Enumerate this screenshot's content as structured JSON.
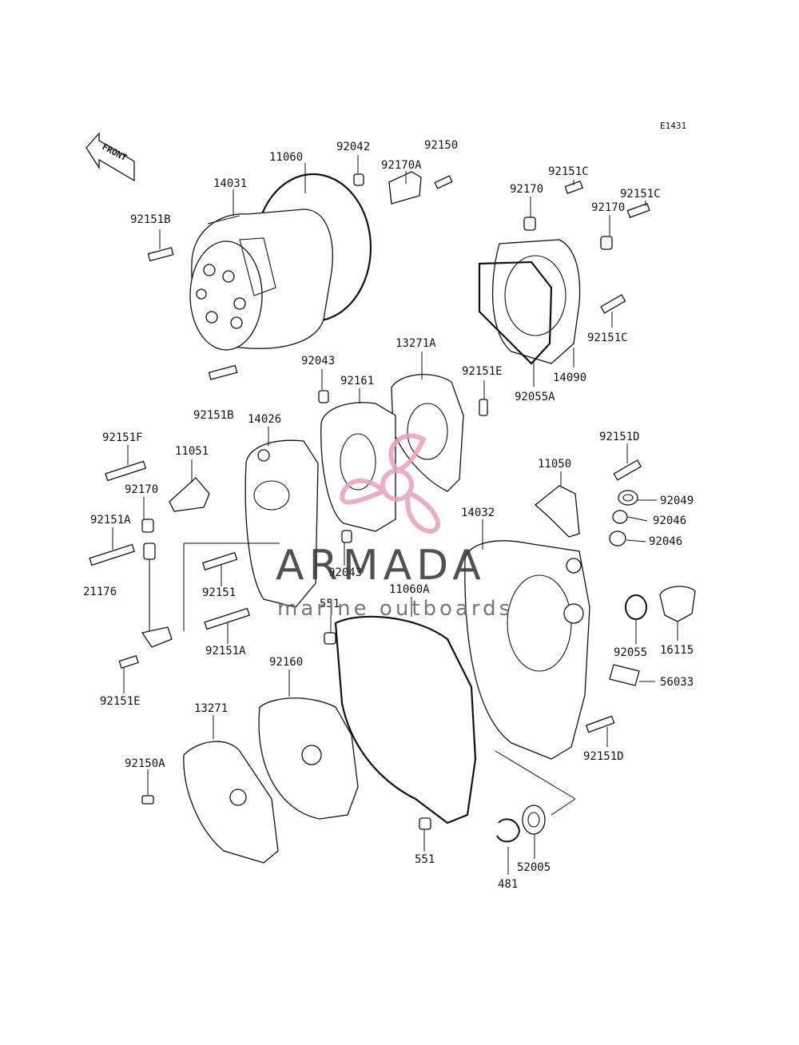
{
  "diagram": {
    "code": "E1431",
    "front_label": "FRONT",
    "callouts": {
      "p92042": "92042",
      "p92150": "92150",
      "p11060": "11060",
      "p92170A": "92170A",
      "p14031": "14031",
      "p92151B_top": "92151B",
      "p92151C_a": "92151C",
      "p92151C_b": "92151C",
      "p92151C_c": "92151C",
      "p92170_a": "92170",
      "p92170_b": "92170",
      "p14090": "14090",
      "p92055A": "92055A",
      "p13271A": "13271A",
      "p92043_top": "92043",
      "p92161": "92161",
      "p92151E_top": "92151E",
      "p92151B_mid": "92151B",
      "p14026": "14026",
      "p92151F": "92151F",
      "p11051": "11051",
      "p92170_c": "92170",
      "p92151A_a": "92151A",
      "p21176": "21176",
      "p92151": "92151",
      "p92043_mid": "92043",
      "p551_a": "551",
      "p11060A": "11060A",
      "p92151A_b": "92151A",
      "p92151E_bot": "92151E",
      "p92160": "92160",
      "p13271": "13271",
      "p92150A": "92150A",
      "p551_b": "551",
      "p92151D_top": "92151D",
      "p11050": "11050",
      "p92049": "92049",
      "p92046_a": "92046",
      "p92046_b": "92046",
      "p14032": "14032",
      "p92055": "92055",
      "p16115": "16115",
      "p56033": "56033",
      "p92151D_bot": "92151D",
      "p52005": "52005",
      "p481": "481"
    },
    "watermark": {
      "brand": "ARMADA",
      "tagline": "marine outboards",
      "colors": {
        "logo": "#e8a0bf",
        "text": "#333333"
      }
    }
  }
}
